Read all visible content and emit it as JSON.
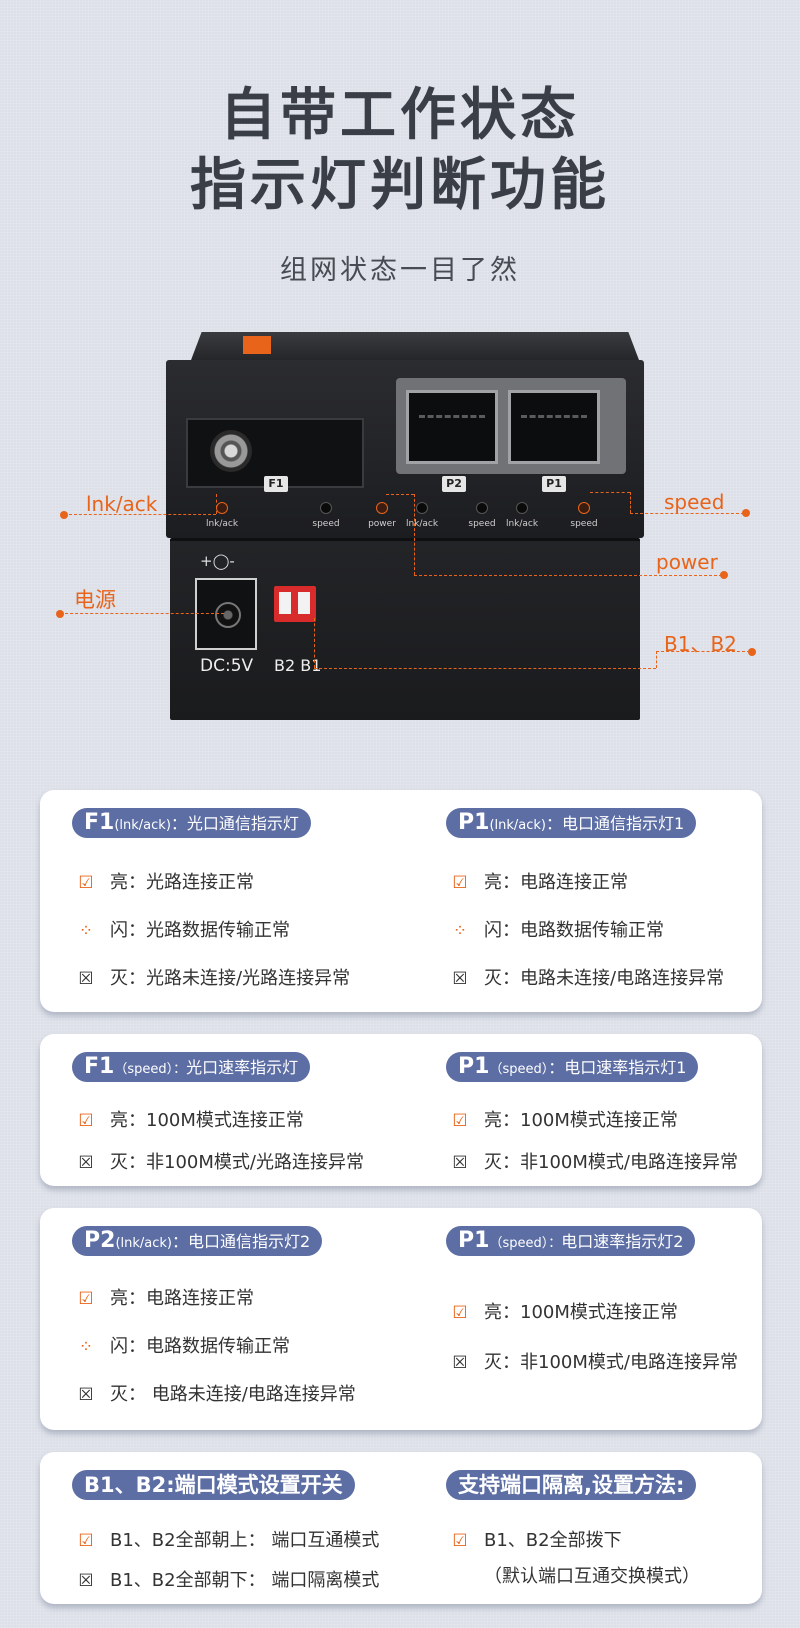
{
  "header": {
    "title_line1": "自带工作状态",
    "title_line2": "指示灯判断功能",
    "subtitle": "组网状态一目了然"
  },
  "device": {
    "port_labels": [
      "F1",
      "P2",
      "P1"
    ],
    "led_labels": [
      "lnk/ack",
      "speed",
      "power",
      "lnk/ack",
      "speed",
      "lnk/ack",
      "speed"
    ],
    "dc_symbol": "+◯-",
    "dc_label": "DC:5V",
    "dip_label": "B2 B1",
    "callouts": {
      "lnk_ack": "lnk/ack",
      "speed": "speed",
      "power": "power",
      "power_source": "电源",
      "b1_b2": "B1、B2"
    }
  },
  "cards": [
    {
      "left": {
        "pill": {
          "code": "F1",
          "sub": "(lnk/ack)",
          "desc": "：光口通信指示灯"
        },
        "rows": [
          {
            "icon": "check-icon",
            "text": "亮：光路连接正常"
          },
          {
            "icon": "blink-icon",
            "text": "闪：光路数据传输正常"
          },
          {
            "icon": "off-icon",
            "text": "灭：光路未连接/光路连接异常"
          }
        ]
      },
      "right": {
        "pill": {
          "code": "P1",
          "sub": "(lnk/ack)",
          "desc": "：电口通信指示灯1"
        },
        "rows": [
          {
            "icon": "check-icon",
            "text": "亮：电路连接正常"
          },
          {
            "icon": "blink-icon",
            "text": "闪：电路数据传输正常"
          },
          {
            "icon": "off-icon",
            "text": "灭：电路未连接/电路连接异常"
          }
        ]
      }
    },
    {
      "left": {
        "pill": {
          "code": "F1",
          "sub": "（speed）：",
          "desc": "光口速率指示灯"
        },
        "rows": [
          {
            "icon": "check-icon",
            "text": "亮：100M模式连接正常"
          },
          {
            "icon": "off-icon",
            "text": "灭：非100M模式/光路连接异常"
          }
        ]
      },
      "right": {
        "pill": {
          "code": "P1",
          "sub": "（speed）",
          "desc": "：电口速率指示灯1"
        },
        "rows": [
          {
            "icon": "check-icon",
            "text": "亮：100M模式连接正常"
          },
          {
            "icon": "off-icon",
            "text": "灭：非100M模式/电路连接异常"
          }
        ]
      }
    },
    {
      "left": {
        "pill": {
          "code": "P2",
          "sub": "(lnk/ack)",
          "desc": "：电口通信指示灯2"
        },
        "rows": [
          {
            "icon": "check-icon",
            "text": "亮：电路连接正常"
          },
          {
            "icon": "blink-icon",
            "text": "闪：电路数据传输正常"
          },
          {
            "icon": "off-icon",
            "text": "灭： 电路未连接/电路连接异常"
          }
        ]
      },
      "right": {
        "pill": {
          "code": "P1",
          "sub": "（speed）：",
          "desc": "电口速率指示灯2"
        },
        "rows": [
          {
            "icon": "check-icon",
            "text": "亮：100M模式连接正常"
          },
          {
            "icon": "off-icon",
            "text": "灭：非100M模式/电路连接异常"
          }
        ]
      }
    },
    {
      "left": {
        "pill": {
          "title": "B1、B2:端口模式设置开关"
        },
        "rows": [
          {
            "icon": "check-icon",
            "text": "B1、B2全部朝上： 端口互通模式"
          },
          {
            "icon": "off-icon",
            "text": "B1、B2全部朝下： 端口隔离模式"
          }
        ]
      },
      "right": {
        "pill": {
          "title": "支持端口隔离,设置方法:"
        },
        "rows": [
          {
            "icon": "check-icon",
            "text": "B1、B2全部拨下"
          },
          {
            "icon": "",
            "text": "（默认端口互通交换模式）"
          }
        ]
      }
    }
  ],
  "colors": {
    "accent": "#e8641b",
    "pill": "#5c6ea4",
    "background": "#dde0e8"
  }
}
